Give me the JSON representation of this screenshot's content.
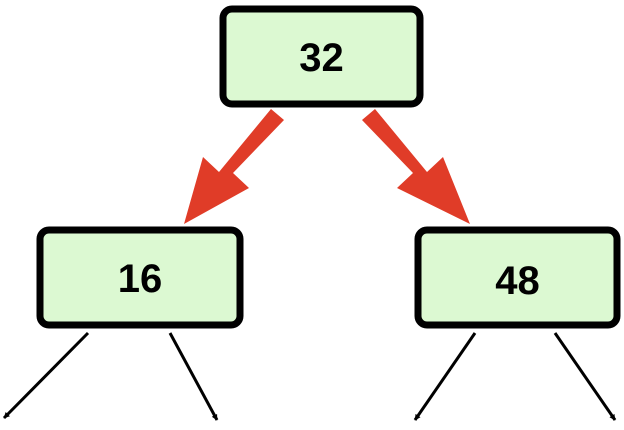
{
  "nodes": {
    "root": {
      "label": "32"
    },
    "left": {
      "label": "16"
    },
    "right": {
      "label": "48"
    }
  },
  "colors": {
    "node_fill": "#dcf9d2",
    "node_border": "#000000",
    "highlight_arrow": "#e03c28",
    "thin_arrow": "#000000"
  }
}
